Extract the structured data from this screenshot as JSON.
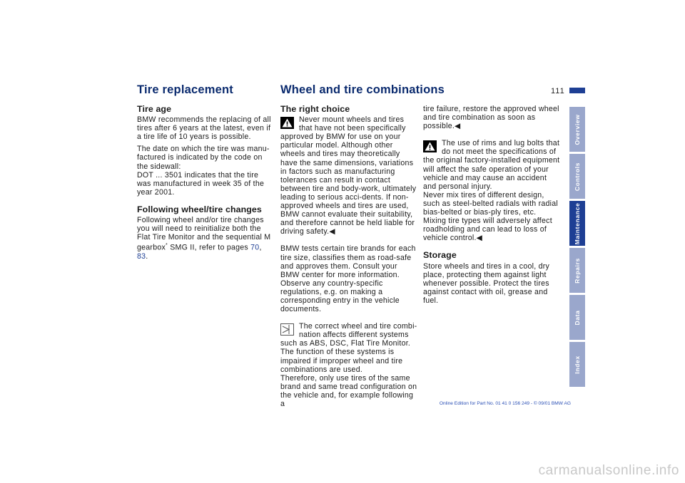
{
  "header": {
    "left_title": "Tire replacement",
    "right_title": "Wheel and tire combinations",
    "page_number": "111"
  },
  "col1": {
    "h1": "Tire age",
    "p1": "BMW recommends the replacing of all tires after 6 years at the latest, even if a tire life of 10 years is possible.",
    "p2": "The date on which the tire was manu-factured is indicated by the code on the sidewall:",
    "p3": "DOT ... 3501 indicates that the tire was manufactured in week 35 of the year 2001.",
    "h2": "Following wheel/tire changes",
    "p4_before": "Following wheel and/or tire changes you will need to reinitialize both the Flat Tire Monitor and the sequential M gearbox",
    "p4_star": "*",
    "p4_mid": " SMG II, refer to pages ",
    "p4_link1": "70",
    "p4_comma": ", ",
    "p4_link2": "83",
    "p4_end": "."
  },
  "col2": {
    "h1": "The right choice",
    "warn1": "Never mount wheels and tires that have not been specifically approved by BMW for use on your particular model. Although other wheels and tires may theoretically have the same dimensions, variations in factors such as manufacturing tolerances can result in contact between tire and body-work, ultimately leading to serious acci-dents. If non-approved wheels and tires are used, BMW cannot evaluate their suitability, and therefore cannot be held liable for driving safety.◀",
    "p1": "BMW tests certain tire brands for each tire size, classifies them as road-safe and approves them. Consult your BMW center for more information. Observe any country-specific regulations, e.g. on making a corresponding entry in the vehicle documents.",
    "note1": "The correct wheel and tire combi-nation affects different systems such as ABS, DSC, Flat Tire Monitor. The function of these systems is impaired if improper wheel and tire combinations are used.",
    "p2": "Therefore, only use tires of the same brand and same tread configuration on the vehicle and, for example following a"
  },
  "col3": {
    "p1": "tire failure, restore the approved wheel and tire combination as soon as possible.◀",
    "warn2": "The use of rims and lug bolts that do not meet the specifications of the original factory-installed equipment will affect the safe operation of your vehicle and may cause an accident and personal injury.",
    "p2": "Never mix tires of different design, such as steel-belted radials with radial bias-belted or bias-ply tires, etc. Mixing tire types will adversely affect roadholding and can lead to loss of vehicle control.◀",
    "h1": "Storage",
    "p3": "Store wheels and tires in a cool, dry place, protecting them against light whenever possible. Protect the tires against contact with oil, grease and fuel."
  },
  "tabs": [
    {
      "label": "Overview",
      "active": false
    },
    {
      "label": "Controls",
      "active": false
    },
    {
      "label": "Maintenance",
      "active": true
    },
    {
      "label": "Repairs",
      "active": false
    },
    {
      "label": "Data",
      "active": false
    },
    {
      "label": "Index",
      "active": false
    }
  ],
  "footer": "Online Edition for Part No. 01 41 0 156 249 - © 09/01 BMW AG",
  "watermark": "carmanualsonline.info",
  "colors": {
    "title": "#0a2a6e",
    "accent": "#1e3f94",
    "tab_inactive": "#9aa7cc",
    "link": "#1e3f94"
  },
  "icons": [
    "warning-triangle-icon",
    "note-check-icon",
    "warning-triangle-icon"
  ]
}
